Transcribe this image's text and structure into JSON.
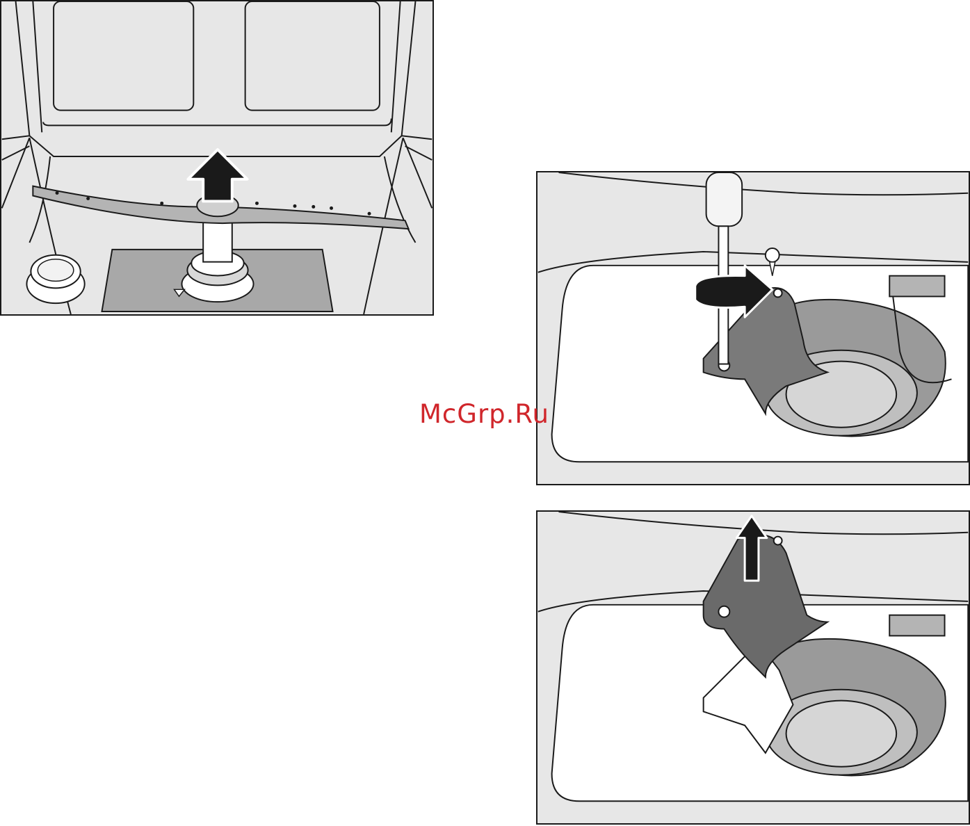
{
  "watermark": {
    "text": "McGrp.Ru",
    "color": "#d0262b"
  },
  "colors": {
    "panel_fill": "#e7e7e7",
    "line": "#1a1a1a",
    "part_dark": "#8a8a8a",
    "part_mid": "#b4b4b4",
    "white": "#ffffff"
  },
  "illustrations": [
    {
      "id": "remove-upper-spray-arm",
      "icons": [
        "spray-arm-icon",
        "up-arrow-icon",
        "filter-icon",
        "salt-cap-icon"
      ]
    },
    {
      "id": "unscrew-cover-screw",
      "icons": [
        "screwdriver-icon",
        "screw-icon",
        "rotate-arrow-icon",
        "cover-bracket-icon"
      ]
    },
    {
      "id": "lift-cover-out",
      "icons": [
        "up-arrow-icon",
        "cover-bracket-icon",
        "sump-icon"
      ]
    }
  ]
}
